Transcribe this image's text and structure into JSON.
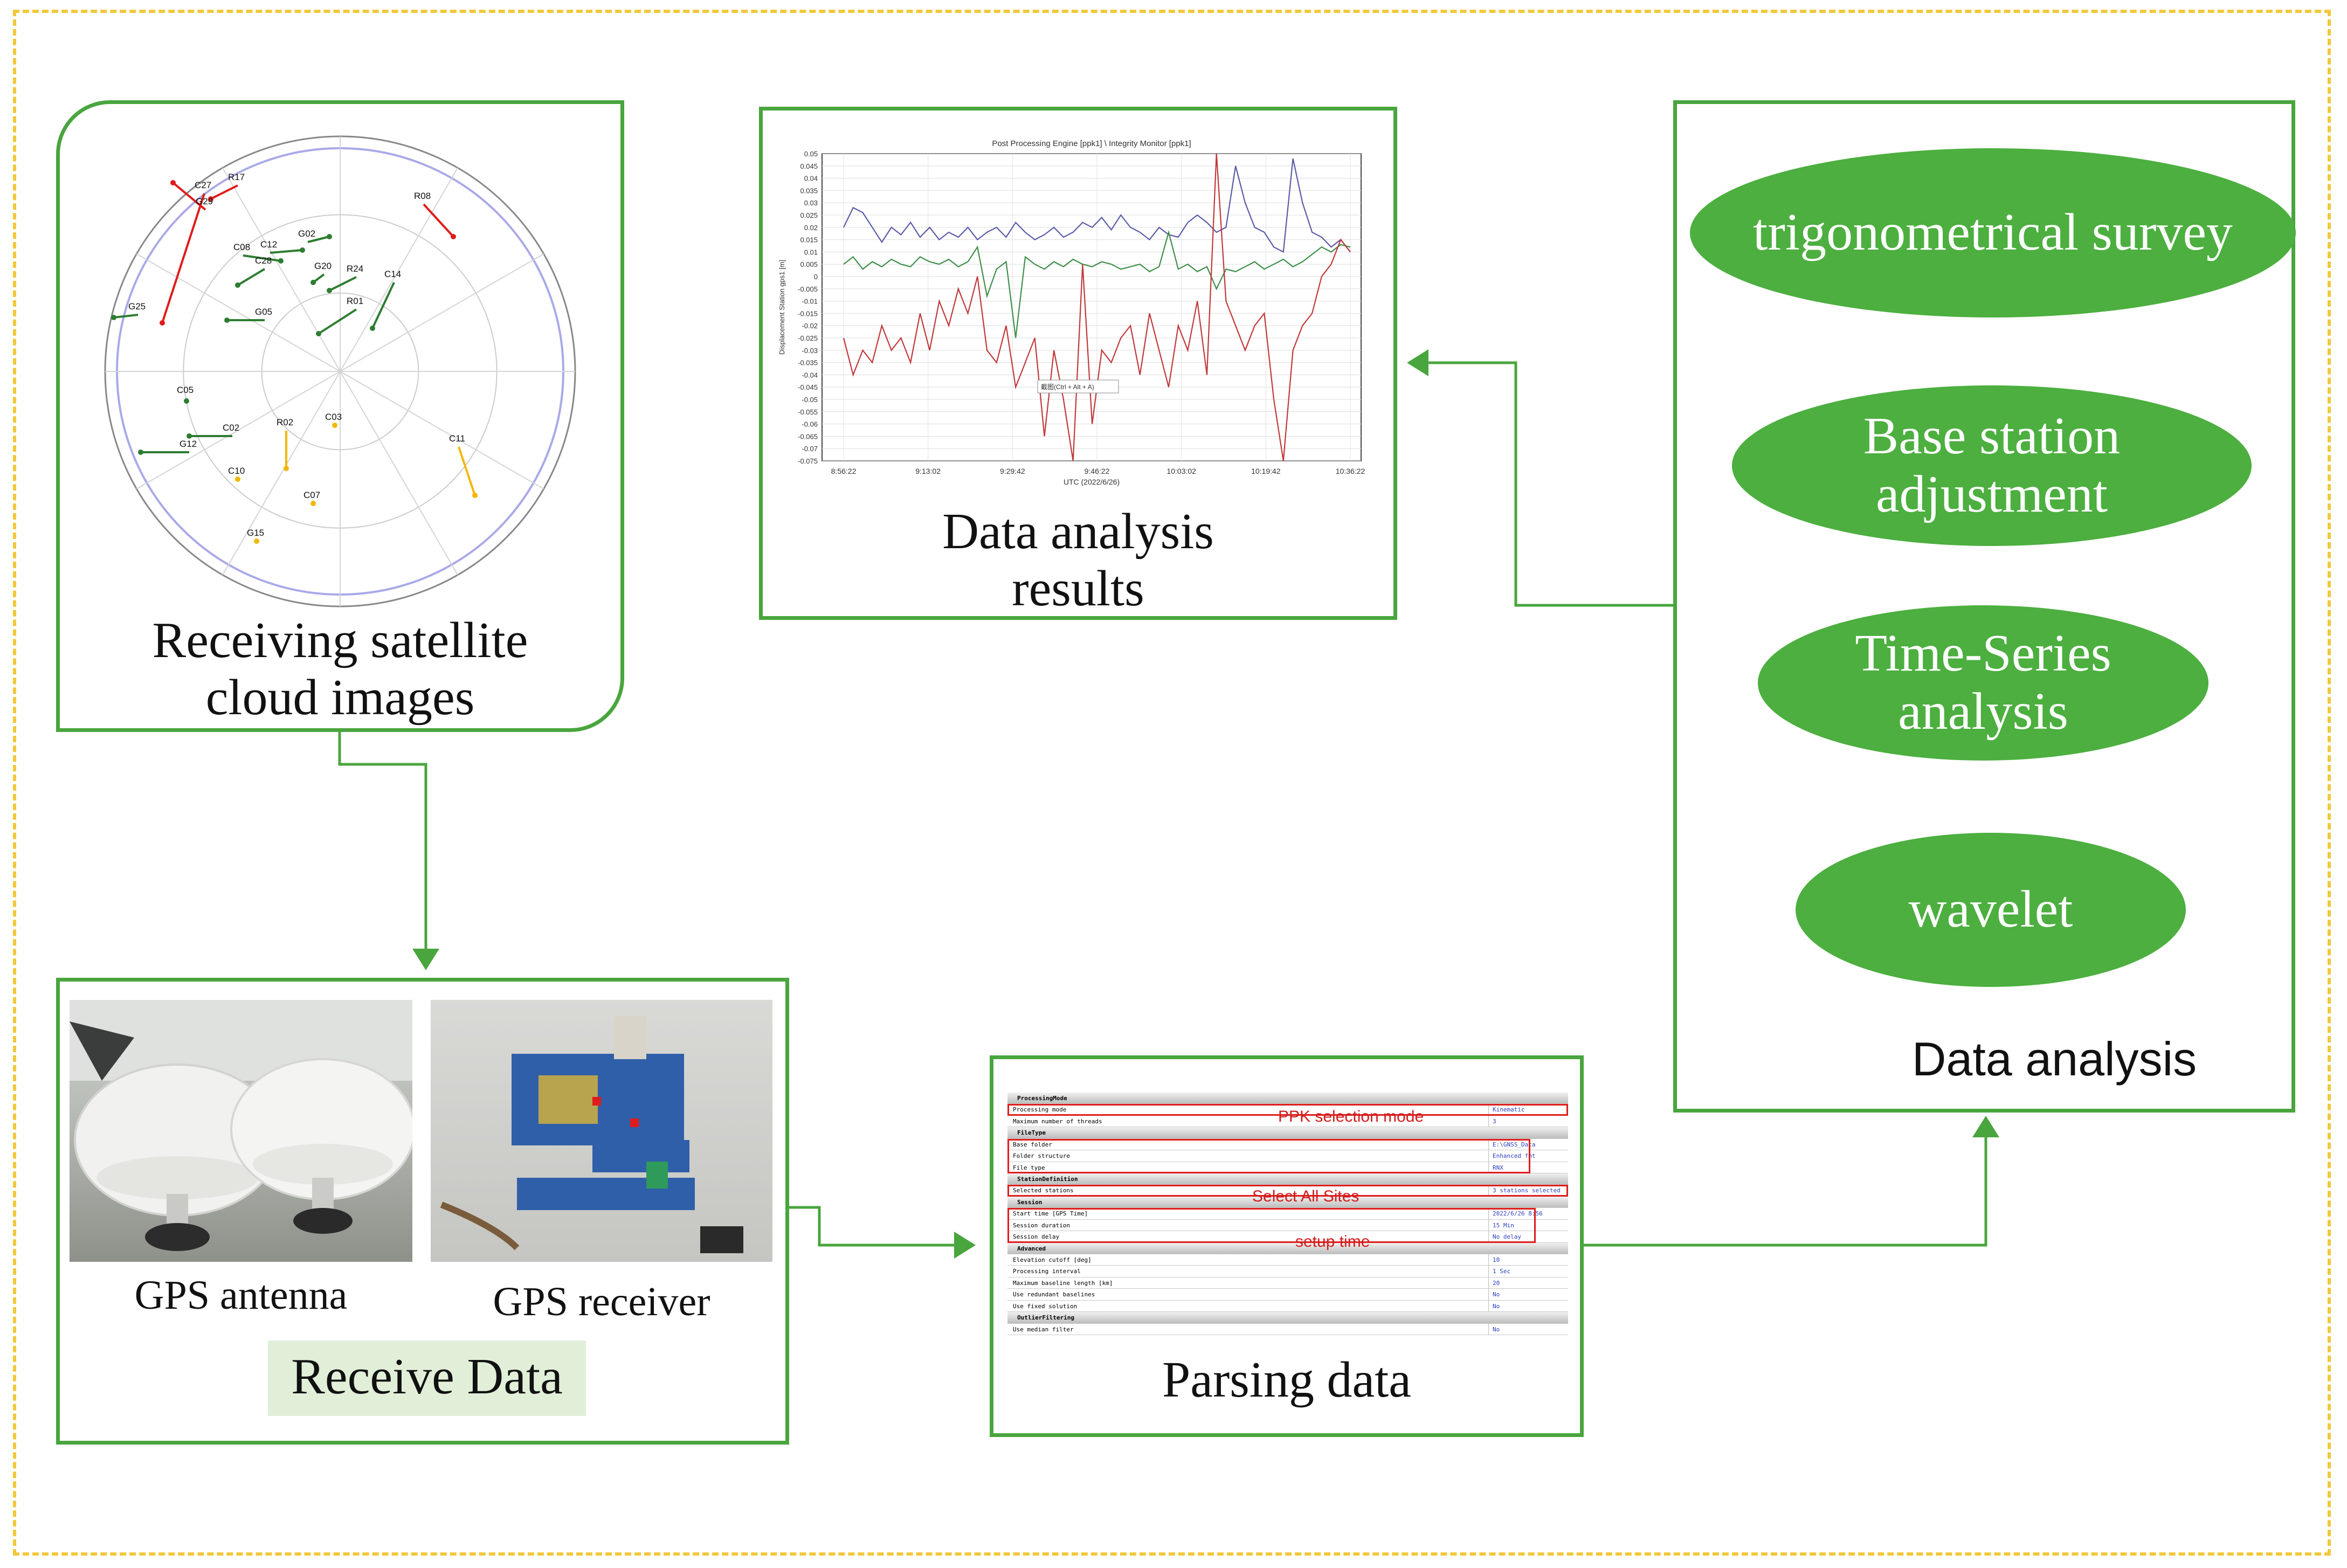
{
  "captions": {
    "satellite": "Receiving satellite cloud images",
    "results": "Data analysis results",
    "receive": "Receive Data",
    "antenna": "GPS antenna",
    "receiver": "GPS receiver",
    "parsing": "Parsing data",
    "analysis": "Data analysis"
  },
  "methods": [
    "trigonometrical survey",
    "Base station adjustment",
    "Time-Series analysis",
    "wavelet"
  ],
  "skyplot": {
    "satellites": [
      {
        "id": "C27",
        "color": "red"
      },
      {
        "id": "R17",
        "color": "red"
      },
      {
        "id": "G29",
        "color": "red"
      },
      {
        "id": "R08",
        "color": "red"
      },
      {
        "id": "C12",
        "color": "green"
      },
      {
        "id": "G02",
        "color": "green"
      },
      {
        "id": "C08",
        "color": "green"
      },
      {
        "id": "C28",
        "color": "green"
      },
      {
        "id": "G20",
        "color": "green"
      },
      {
        "id": "R24",
        "color": "green"
      },
      {
        "id": "C14",
        "color": "green"
      },
      {
        "id": "R01",
        "color": "green"
      },
      {
        "id": "G05",
        "color": "green"
      },
      {
        "id": "G25",
        "color": "green"
      },
      {
        "id": "C05",
        "color": "green"
      },
      {
        "id": "C02",
        "color": "green"
      },
      {
        "id": "G12",
        "color": "green"
      },
      {
        "id": "C10",
        "color": "yellow"
      },
      {
        "id": "R02",
        "color": "yellow"
      },
      {
        "id": "C03",
        "color": "yellow"
      },
      {
        "id": "C07",
        "color": "yellow"
      },
      {
        "id": "C11",
        "color": "yellow"
      },
      {
        "id": "G15",
        "color": "yellow"
      }
    ],
    "colors": {
      "red": "#e01b1b",
      "green": "#2e7d32",
      "yellow": "#f2b705"
    }
  },
  "chart_data": {
    "type": "line",
    "title": "Post Processing Engine [ppk1] \\ Integrity Monitor [ppk1]",
    "xlabel": "UTC (2022/6/26)",
    "ylabel": "Displacement Station gps1 [m]",
    "x_ticks": [
      "8:56:22",
      "9:13:02",
      "9:29:42",
      "9:46:22",
      "10:03:02",
      "10:19:42",
      "10:36:22"
    ],
    "y_ticks": [
      "0.05",
      "0.045",
      "0.04",
      "0.035",
      "0.03",
      "0.025",
      "0.02",
      "0.015",
      "0.01",
      "0.005",
      "0",
      "-0.005",
      "-0.01",
      "-0.015",
      "-0.02",
      "-0.025",
      "-0.03",
      "-0.035",
      "-0.04",
      "-0.045",
      "-0.05",
      "-0.055",
      "-0.06",
      "-0.065",
      "-0.07",
      "-0.075"
    ],
    "ylim": [
      -0.075,
      0.05
    ],
    "annotation": "截图(Ctrl + Alt + A)",
    "series": [
      {
        "color": "#5b5ba8",
        "values": [
          0.02,
          0.028,
          0.026,
          0.02,
          0.014,
          0.02,
          0.017,
          0.022,
          0.016,
          0.02,
          0.015,
          0.018,
          0.016,
          0.02,
          0.015,
          0.018,
          0.02,
          0.016,
          0.022,
          0.018,
          0.015,
          0.017,
          0.02,
          0.016,
          0.018,
          0.022,
          0.02,
          0.024,
          0.019,
          0.025,
          0.02,
          0.018,
          0.015,
          0.02,
          0.017,
          0.016,
          0.022,
          0.025,
          0.022,
          0.018,
          0.02,
          0.045,
          0.03,
          0.02,
          0.018,
          0.012,
          0.01,
          0.048,
          0.03,
          0.018,
          0.016,
          0.012,
          0.015,
          0.01
        ]
      },
      {
        "color": "#3f8f4a",
        "values": [
          0.005,
          0.008,
          0.003,
          0.006,
          0.004,
          0.007,
          0.005,
          0.004,
          0.008,
          0.006,
          0.005,
          0.007,
          0.004,
          0.006,
          0.012,
          -0.008,
          0.003,
          0.006,
          -0.025,
          0.008,
          0.005,
          0.003,
          0.006,
          0.004,
          0.007,
          0.005,
          0.004,
          0.006,
          0.005,
          0.003,
          0.004,
          0.005,
          0.002,
          0.004,
          0.018,
          0.003,
          0.005,
          0.002,
          0.004,
          -0.005,
          0.003,
          0.002,
          0.004,
          0.006,
          0.003,
          0.005,
          0.007,
          0.004,
          0.006,
          0.009,
          0.012,
          0.01,
          0.013,
          0.012
        ]
      },
      {
        "color": "#c0393b",
        "values": [
          -0.025,
          -0.04,
          -0.03,
          -0.035,
          -0.02,
          -0.03,
          -0.025,
          -0.035,
          -0.015,
          -0.03,
          -0.01,
          -0.02,
          -0.005,
          -0.015,
          0.0,
          -0.03,
          -0.035,
          -0.02,
          -0.045,
          -0.035,
          -0.025,
          -0.065,
          -0.03,
          -0.05,
          -0.075,
          0.005,
          -0.06,
          -0.03,
          -0.035,
          -0.025,
          -0.02,
          -0.04,
          -0.015,
          -0.03,
          -0.045,
          -0.02,
          -0.03,
          -0.01,
          -0.04,
          0.05,
          -0.01,
          -0.02,
          -0.03,
          -0.02,
          -0.015,
          -0.05,
          -0.075,
          -0.03,
          -0.02,
          -0.015,
          0.0,
          0.005,
          0.015,
          0.01
        ]
      }
    ]
  },
  "settings": {
    "rows": [
      {
        "type": "section",
        "label": "ProcessingMode"
      },
      {
        "label": "Processing mode",
        "value": "Kinematic"
      },
      {
        "label": "Maximum number of threads",
        "value": "3"
      },
      {
        "type": "section",
        "label": "FileType"
      },
      {
        "label": "Base folder",
        "value": "E:\\GNSS_Data"
      },
      {
        "label": "Folder structure",
        "value": "Enhanced fmt"
      },
      {
        "label": "File type",
        "value": "RNX"
      },
      {
        "type": "section",
        "label": "StationDefinition"
      },
      {
        "label": "Selected stations",
        "value": "3 stations selected"
      },
      {
        "type": "section",
        "label": "Session"
      },
      {
        "label": "Start time [GPS Time]",
        "value": "2022/6/26   8:56"
      },
      {
        "label": "Session duration",
        "value": "15 Min"
      },
      {
        "label": "Session delay",
        "value": "No delay"
      },
      {
        "type": "section",
        "label": "Advanced"
      },
      {
        "label": "Elevation cutoff [deg]",
        "value": "10"
      },
      {
        "label": "Processing interval",
        "value": "1 Sec"
      },
      {
        "label": "Maximum baseline length [km]",
        "value": "20"
      },
      {
        "label": "Use redundant baselines",
        "value": "No"
      },
      {
        "label": "Use fixed solution",
        "value": "No"
      },
      {
        "type": "section",
        "label": "OutlierFiltering"
      },
      {
        "label": "Use median filter",
        "value": "No"
      }
    ],
    "annotations": {
      "ppk": "PPK selection mode",
      "sites": "Select All Sites",
      "time": "setup time"
    }
  },
  "colors": {
    "accent": "#49a53d",
    "pill": "#4caf3f",
    "frame": "#f2c83a"
  }
}
